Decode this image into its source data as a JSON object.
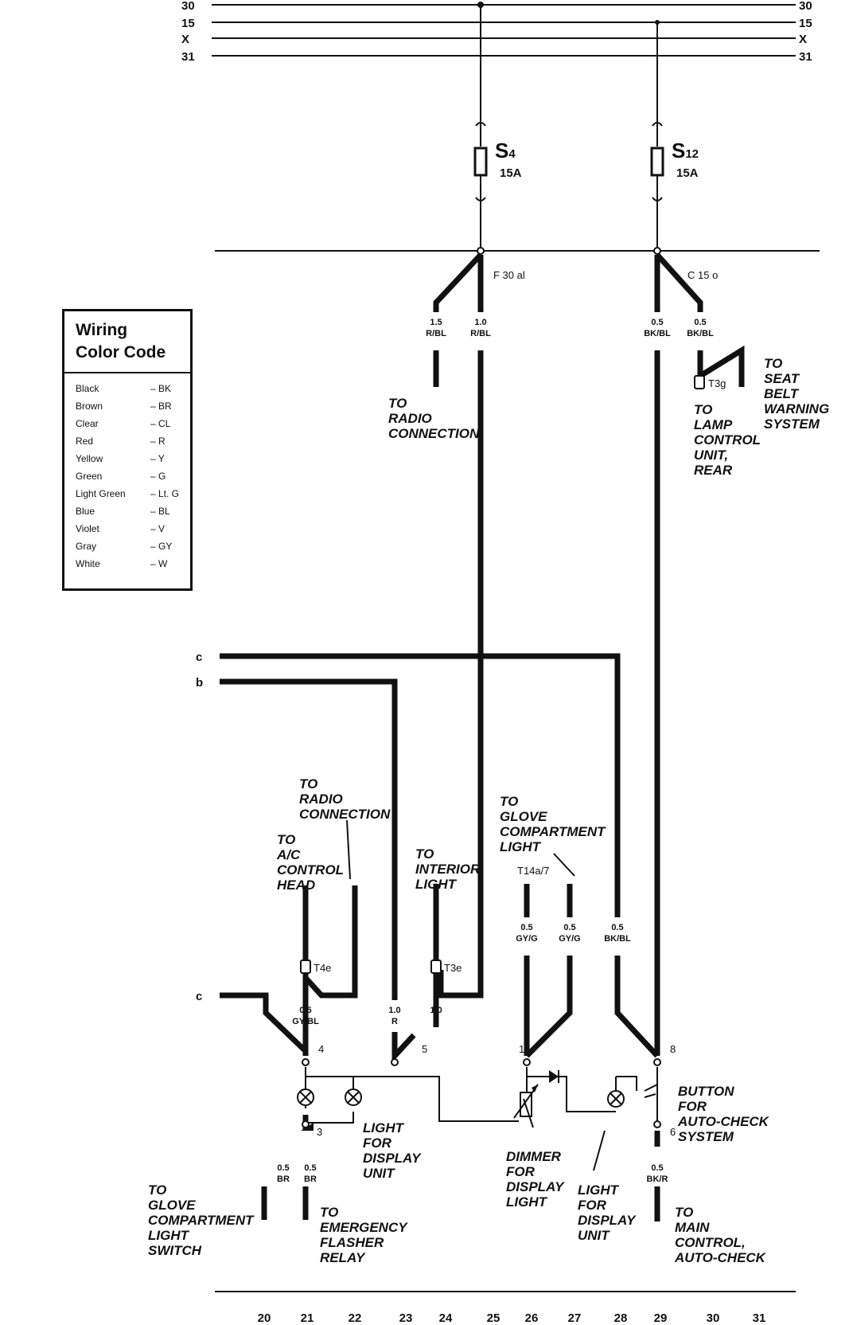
{
  "bus": {
    "left_labels": [
      "30",
      "15",
      "X",
      "31"
    ],
    "right_labels": [
      "30",
      "15",
      "X",
      "31"
    ]
  },
  "fuses": [
    {
      "name": "S",
      "sub": "4",
      "rating": "15A"
    },
    {
      "name": "S",
      "sub": "12",
      "rating": "15A"
    }
  ],
  "junctions": {
    "left": "F 30 al",
    "right": "C 15 o"
  },
  "wires": {
    "w1": {
      "size": "1.5",
      "color": "R/BL"
    },
    "w2": {
      "size": "1.0",
      "color": "R/BL"
    },
    "w3": {
      "size": "0.5",
      "color": "BK/BL"
    },
    "w4": {
      "size": "0.5",
      "color": "BK/BL"
    },
    "w5": {
      "size": "0.5",
      "color": "GY/BL"
    },
    "w6": {
      "size": "1.0",
      "color": "R"
    },
    "w7": {
      "size": "1.0",
      "color": "R"
    },
    "w8": {
      "size": "0.5",
      "color": "GY/G"
    },
    "w9": {
      "size": "0.5",
      "color": "GY/G"
    },
    "w10": {
      "size": "0.5",
      "color": "BK/BL"
    },
    "w11": {
      "size": "0.5",
      "color": "BR"
    },
    "w12": {
      "size": "0.5",
      "color": "BR"
    },
    "w13": {
      "size": "0.5",
      "color": "BK/R"
    }
  },
  "connectors": {
    "t3g": "T3g",
    "t4e": "T4e",
    "t3e": "T3e",
    "t14": "T14a/7"
  },
  "pins": {
    "p1": "1",
    "p3": "3",
    "p4": "4",
    "p5": "5",
    "p6": "6",
    "p8": "8"
  },
  "side_labels": {
    "c_top": "c",
    "b": "b",
    "c_bottom": "c"
  },
  "notes": {
    "radio_top": [
      "TO",
      "RADIO",
      "CONNECTION"
    ],
    "seat_belt": [
      "TO",
      "SEAT",
      "BELT",
      "WARNING",
      "SYSTEM"
    ],
    "lamp_control": [
      "TO",
      "LAMP",
      "CONTROL",
      "UNIT,",
      "REAR"
    ],
    "radio_bottom": [
      "TO",
      "RADIO",
      "CONNECTION"
    ],
    "ac_control": [
      "TO",
      "A/C",
      "CONTROL",
      "HEAD"
    ],
    "interior_light": [
      "TO",
      "INTERIOR",
      "LIGHT"
    ],
    "glove_light": [
      "TO",
      "GLOVE",
      "COMPARTMENT",
      "LIGHT"
    ],
    "light_display_1": [
      "LIGHT",
      "FOR",
      "DISPLAY",
      "UNIT"
    ],
    "dimmer": [
      "DIMMER",
      "FOR",
      "DISPLAY",
      "LIGHT"
    ],
    "light_display_2": [
      "LIGHT",
      "FOR",
      "DISPLAY",
      "UNIT"
    ],
    "button_autocheck": [
      "BUTTON",
      "FOR",
      "AUTO-CHECK",
      "SYSTEM"
    ],
    "glove_switch": [
      "TO",
      "GLOVE",
      "COMPARTMENT",
      "LIGHT",
      "SWITCH"
    ],
    "flasher_relay": [
      "TO",
      "EMERGENCY",
      "FLASHER",
      "RELAY"
    ],
    "main_control": [
      "TO",
      "MAIN",
      "CONTROL,",
      "AUTO-CHECK"
    ]
  },
  "legend": {
    "title_line1": "Wiring",
    "title_line2": "Color Code",
    "rows": [
      {
        "name": "Black",
        "abbr": "– BK"
      },
      {
        "name": "Brown",
        "abbr": "– BR"
      },
      {
        "name": "Clear",
        "abbr": "– CL"
      },
      {
        "name": "Red",
        "abbr": "– R"
      },
      {
        "name": "Yellow",
        "abbr": "– Y"
      },
      {
        "name": "Green",
        "abbr": "– G"
      },
      {
        "name": "Light Green",
        "abbr": "– Lt. G"
      },
      {
        "name": "Blue",
        "abbr": "– BL"
      },
      {
        "name": "Violet",
        "abbr": "– V"
      },
      {
        "name": "Gray",
        "abbr": "– GY"
      },
      {
        "name": "White",
        "abbr": "– W"
      }
    ]
  },
  "footer_numbers": [
    "20",
    "21",
    "22",
    "23",
    "24",
    "25",
    "26",
    "27",
    "28",
    "29",
    "30",
    "31"
  ]
}
